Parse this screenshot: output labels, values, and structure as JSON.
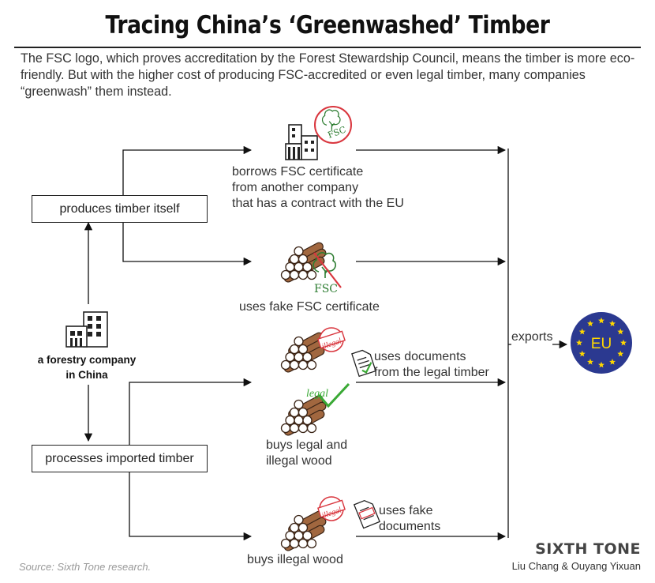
{
  "title": "Tracing China’s ‘Greenwashed’ Timber",
  "intro": "The FSC logo, which proves accreditation by the Forest Stewardship Council, means the timber is more eco-friendly. But with the higher cost of producing FSC-accredited or even legal timber, many companies “greenwash” them instead.",
  "company": {
    "line1": "a forestry company",
    "line2": "in China"
  },
  "boxes": {
    "produces": "produces timber itself",
    "processes": "processes imported timber"
  },
  "paths": {
    "borrow": {
      "line1": "borrows FSC certificate",
      "line2": "from another company",
      "line3": "that has a contract with the EU"
    },
    "fake_fsc": "uses fake FSC certificate",
    "docs": {
      "line1": "uses documents",
      "line2": "from the legal timber"
    },
    "buy_mixed": {
      "line1": "buys legal and",
      "line2": "illegal wood"
    },
    "fake_docs": {
      "line1": "uses fake",
      "line2": "documents"
    },
    "buy_illegal": "buys illegal wood"
  },
  "stamps": {
    "fsc": "FSC",
    "illegal": "illegal",
    "legal": "legal"
  },
  "exports": "exports",
  "eu": "EU",
  "brand": "SIXTH TONE",
  "credit": "Liu Chang & Ouyang Yixuan",
  "source": "Source: Sixth Tone research.",
  "colors": {
    "eu_blue": "#2b3990",
    "eu_star": "#ffd700",
    "stamp_red": "#d9363e",
    "legal_green": "#3aa935",
    "wood": "#a1673f"
  },
  "icons": [
    "building-icon",
    "factory-icon",
    "log-pile-icon",
    "fsc-stamp-icon",
    "document-icon",
    "eu-flag-icon"
  ]
}
